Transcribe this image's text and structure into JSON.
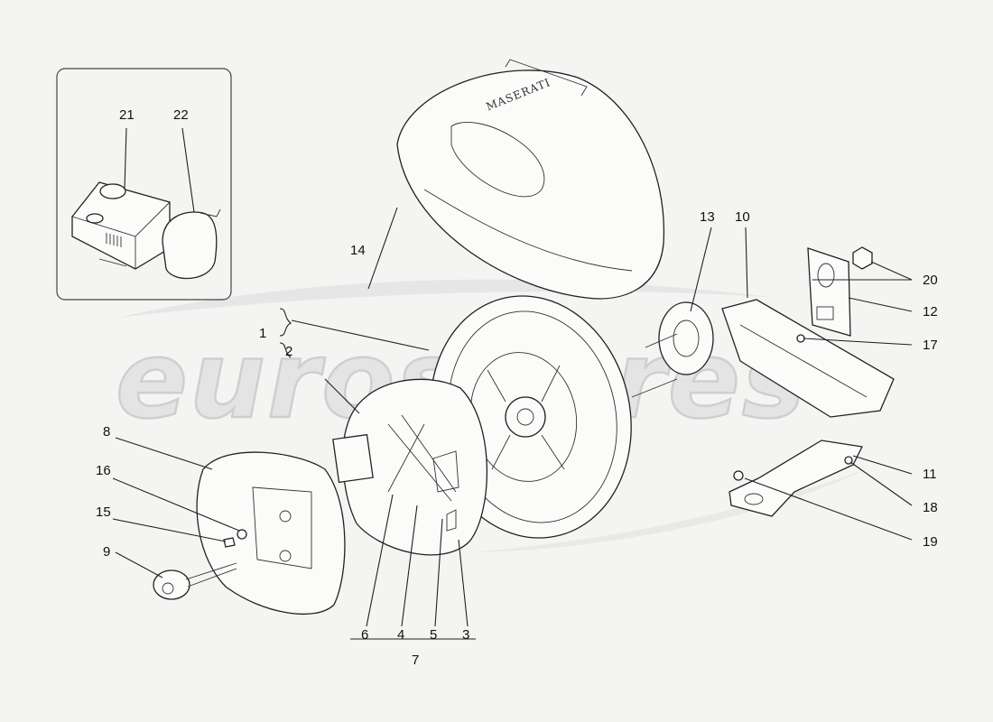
{
  "watermark": {
    "text": "eurospares"
  },
  "bag_brand": "MASERATI",
  "callouts": [
    {
      "id": "1",
      "label": "1",
      "part": "spare-wheel"
    },
    {
      "id": "2",
      "label": "2",
      "part": "spare-wheel"
    },
    {
      "id": "3",
      "label": "3",
      "part": "tool-kit"
    },
    {
      "id": "4",
      "label": "4",
      "part": "jack"
    },
    {
      "id": "5",
      "label": "5",
      "part": "tow-hook"
    },
    {
      "id": "6",
      "label": "6",
      "part": "wrench"
    },
    {
      "id": "7",
      "label": "7",
      "part": "tool-group"
    },
    {
      "id": "8",
      "label": "8",
      "part": "tool-tray"
    },
    {
      "id": "9",
      "label": "9",
      "part": "wheel-bolt"
    },
    {
      "id": "10",
      "label": "10",
      "part": "support-tray"
    },
    {
      "id": "11",
      "label": "11",
      "part": "bracket"
    },
    {
      "id": "12",
      "label": "12",
      "part": "bracket-upright"
    },
    {
      "id": "13",
      "label": "13",
      "part": "wheel-spacer"
    },
    {
      "id": "14",
      "label": "14",
      "part": "wheel-bag"
    },
    {
      "id": "15",
      "label": "15",
      "part": "nut"
    },
    {
      "id": "16",
      "label": "16",
      "part": "washer"
    },
    {
      "id": "17",
      "label": "17",
      "part": "screw"
    },
    {
      "id": "18",
      "label": "18",
      "part": "screw"
    },
    {
      "id": "19",
      "label": "19",
      "part": "nut"
    },
    {
      "id": "20",
      "label": "20",
      "part": "nut"
    },
    {
      "id": "21",
      "label": "21",
      "part": "compressor"
    },
    {
      "id": "22",
      "label": "22",
      "part": "sealant-bottle"
    }
  ]
}
